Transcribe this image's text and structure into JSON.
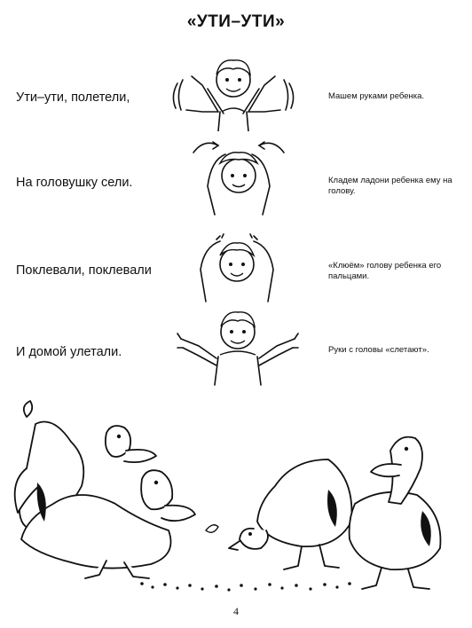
{
  "title": "«УТИ–УТИ»",
  "rows": [
    {
      "verse": "Ути–ути, полетели,",
      "note": "Машем руками ребенка."
    },
    {
      "verse": "На головушку сели.",
      "note": "Кладем ладони ребенка ему на голову."
    },
    {
      "verse": "Поклевали, поклевали",
      "note": "«Клюём» голову ребенка его пальцами."
    },
    {
      "verse": "И домой улетали.",
      "note": "Руки с головы «слетают»."
    }
  ],
  "page_number": "4"
}
